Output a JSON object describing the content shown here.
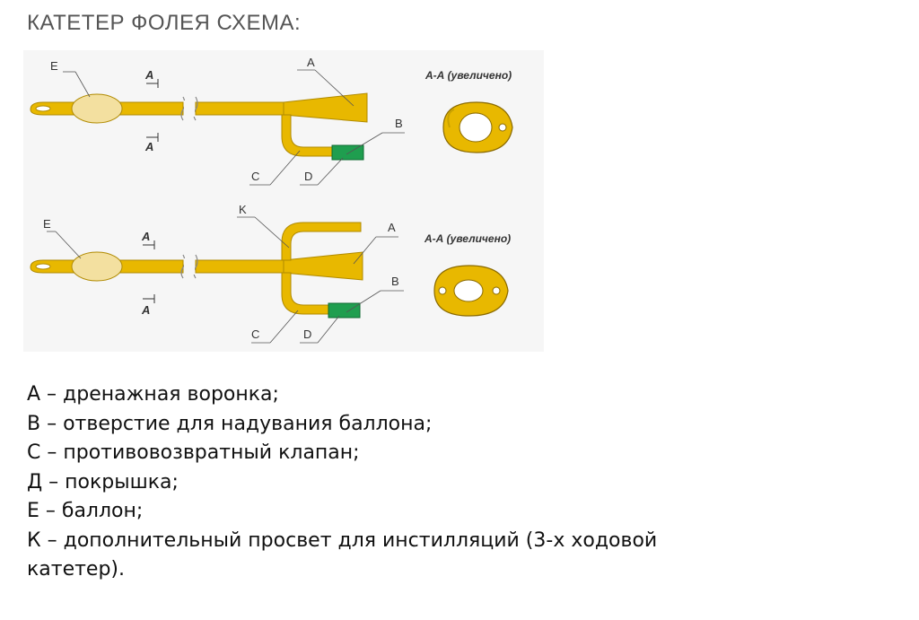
{
  "title": "КАТЕТЕР ФОЛЕЯ СХЕМА:",
  "diagram": {
    "top": {
      "section_label": "А-А (увеличено)",
      "labels": {
        "E": "E",
        "A_section_1": "A",
        "A_section_2": "A",
        "A": "A",
        "B": "B",
        "C": "C",
        "D": "D"
      }
    },
    "bottom": {
      "section_label": "А-А (увеличено)",
      "labels": {
        "E": "E",
        "A_section_1": "A",
        "A_section_2": "A",
        "A": "A",
        "B": "B",
        "C": "C",
        "D": "D",
        "K": "K"
      }
    },
    "colors": {
      "tube": "#e8b800",
      "tube_outline": "#b08a00",
      "balloon": "#f3e0a0",
      "valve": "#1f9e4f",
      "bg": "#f5f5f5"
    }
  },
  "legend": [
    "А – дренажная воронка;",
    "В – отверстие для надувания баллона;",
    "С – противовозвратный клапан;",
    "Д – покрышка;",
    "Е – баллон;",
    "К – дополнительный просвет для инстилляций (3-х ходовой",
    "катетер)."
  ]
}
